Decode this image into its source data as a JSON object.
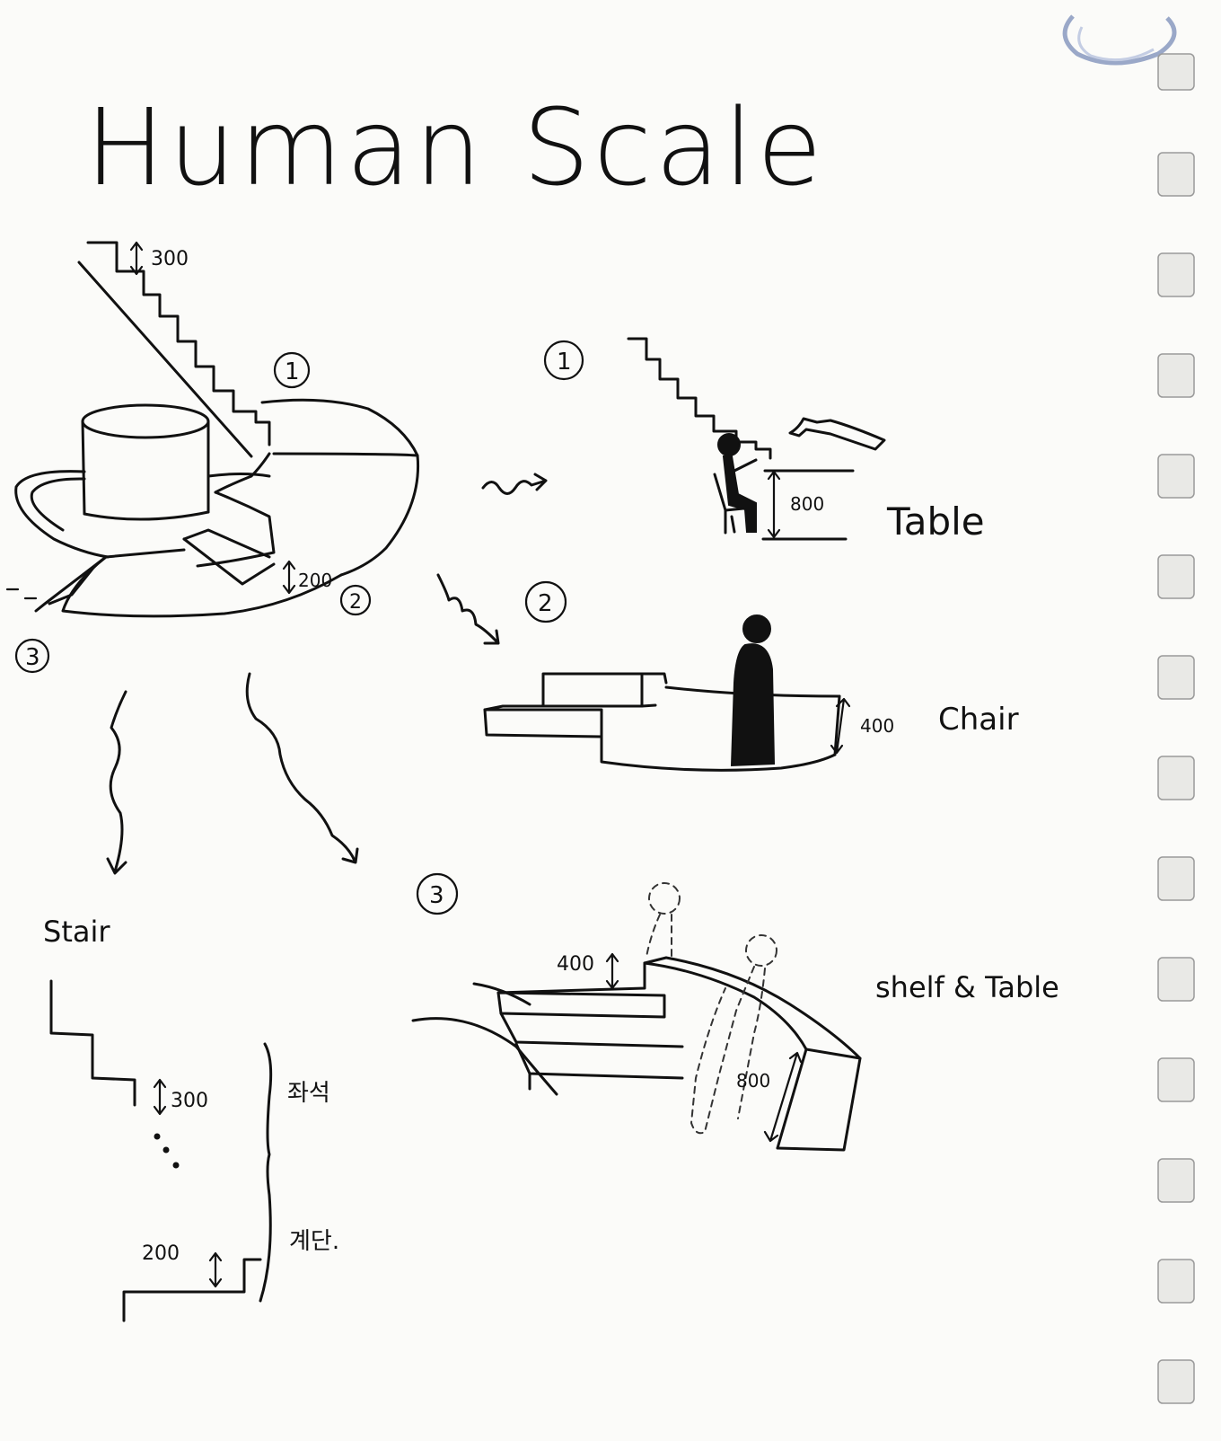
{
  "title": "Human Scale",
  "overview": {
    "dim_top": "300",
    "dim_bottom": "200",
    "marker_1": "1",
    "marker_2": "2",
    "marker_3": "3"
  },
  "details": [
    {
      "marker": "1",
      "dimension": "800",
      "label": "Table"
    },
    {
      "marker": "2",
      "dimension": "400",
      "label": "Chair"
    },
    {
      "marker": "3",
      "dimension_a": "400",
      "dimension_b": "800",
      "label": "shelf & Table"
    }
  ],
  "stair": {
    "label": "Stair",
    "dim_riser_high": "300",
    "dim_riser_low": "200",
    "note_high": "좌석",
    "note_low": "계단."
  }
}
